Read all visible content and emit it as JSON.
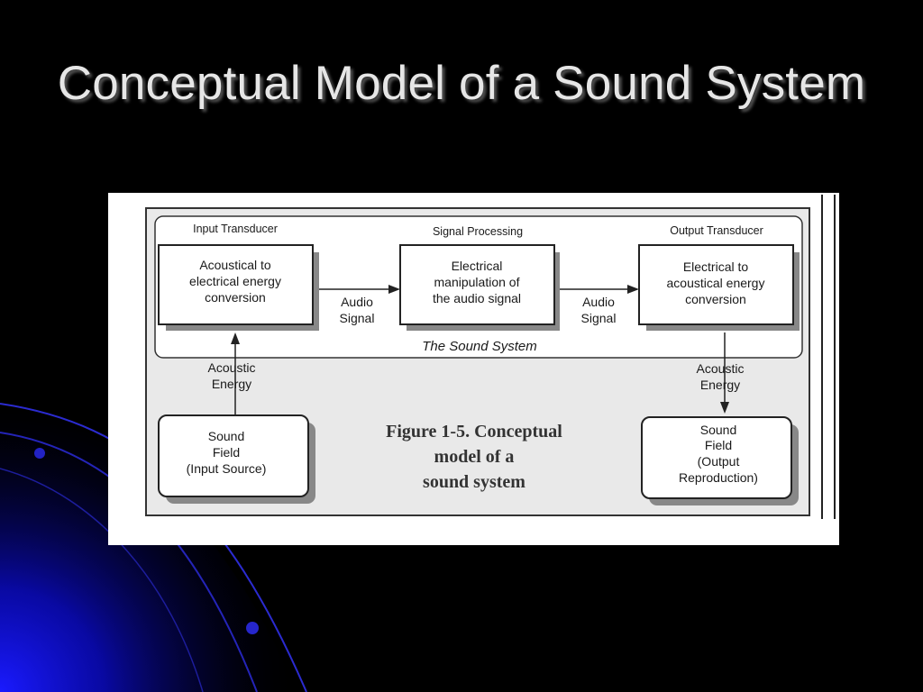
{
  "slide": {
    "title": "Conceptual Model of a Sound System"
  },
  "figure": {
    "stages": [
      {
        "header": "Input Transducer",
        "lines": [
          "Acoustical to",
          "electrical energy",
          "conversion"
        ]
      },
      {
        "header": "Signal Processing",
        "lines": [
          "Electrical",
          "manipulation of",
          "the audio signal"
        ]
      },
      {
        "header": "Output Transducer",
        "lines": [
          "Electrical to",
          "acoustical energy",
          "conversion"
        ]
      }
    ],
    "links": [
      {
        "lines": [
          "Audio",
          "Signal"
        ]
      },
      {
        "lines": [
          "Audio",
          "Signal"
        ]
      }
    ],
    "system_label": "The Sound System",
    "input_energy": {
      "lines": [
        "Acoustic",
        "Energy"
      ]
    },
    "output_energy": {
      "lines": [
        "Acoustic",
        "Energy"
      ]
    },
    "input_field": {
      "lines": [
        "Sound",
        "Field",
        "(Input Source)"
      ]
    },
    "output_field": {
      "lines": [
        "Sound",
        "Field",
        "(Output",
        "Reproduction)"
      ]
    },
    "caption": {
      "lines": [
        "Figure 1-5.  Conceptual",
        "model of a",
        "sound system"
      ]
    }
  },
  "colors": {
    "background": "#000000",
    "title": "#e6e6e6",
    "accent_blue": "#1a1aff",
    "figure_paper": "#ffffff",
    "figure_fill": "#e9e9e9"
  }
}
